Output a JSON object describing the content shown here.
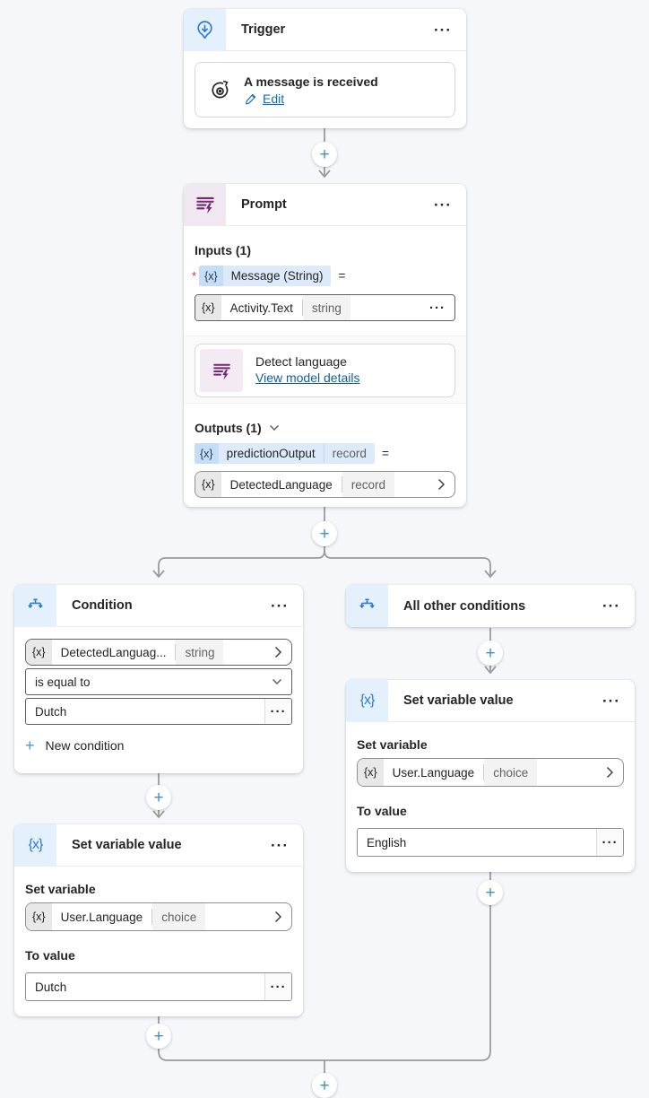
{
  "icons": {
    "more": "···",
    "plus": "+",
    "required": "*",
    "var_badge_glyph": "{x}"
  },
  "trigger": {
    "title": "Trigger",
    "event": {
      "title": "A message is received",
      "edit_label": "Edit"
    }
  },
  "prompt": {
    "title": "Prompt",
    "inputs_header": "Inputs (1)",
    "input": {
      "badge": "{x}",
      "name": "Message (String)",
      "equals": "="
    },
    "input_value": {
      "badge": "{x}",
      "name": "Activity.Text",
      "type": "string"
    },
    "model": {
      "name": "Detect language",
      "link": "View model details"
    },
    "outputs_header": "Outputs (1)",
    "output": {
      "badge": "{x}",
      "name": "predictionOutput",
      "type": "record",
      "equals": "="
    },
    "output_value": {
      "badge": "{x}",
      "name": "DetectedLanguage",
      "type": "record"
    }
  },
  "condition": {
    "title": "Condition",
    "operand": {
      "badge": "{x}",
      "name": "DetectedLanguag...",
      "type": "string"
    },
    "operator": "is equal to",
    "value": "Dutch",
    "new_condition": "New condition"
  },
  "all_other_conditions": {
    "title": "All other conditions"
  },
  "set_variable_left": {
    "title": "Set variable value",
    "set_variable_label": "Set variable",
    "variable": {
      "badge": "{x}",
      "name": "User.Language",
      "type": "choice"
    },
    "to_value_label": "To value",
    "value": "Dutch"
  },
  "set_variable_right": {
    "title": "Set variable value",
    "set_variable_label": "Set variable",
    "variable": {
      "badge": "{x}",
      "name": "User.Language",
      "type": "choice"
    },
    "to_value_label": "To value",
    "value": "English"
  },
  "colors": {
    "accent_blue": "#2b7cd3",
    "accent_purple": "#742774",
    "link_edit": "#0f6cbd",
    "link_model": "#115ea3",
    "connector": "#9b9b9b",
    "plus_blue": "#3f91c1",
    "required_red": "#d13438",
    "chip_blue_bg": "#ddeafa",
    "canvas_bg": "#f5f7fa"
  }
}
